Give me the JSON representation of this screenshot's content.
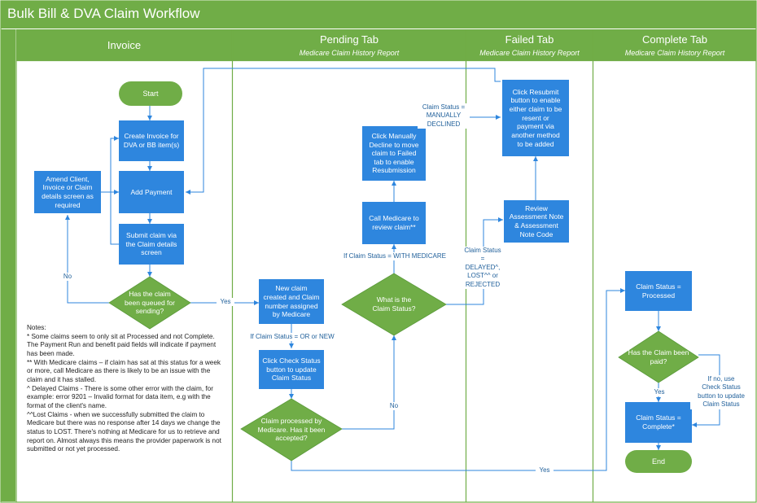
{
  "title": "Bulk Bill & DVA Claim Workflow",
  "lanes": [
    {
      "name": "Invoice",
      "sub": ""
    },
    {
      "name": "Pending Tab",
      "sub": "Medicare Claim History Report"
    },
    {
      "name": "Failed Tab",
      "sub": "Medicare Claim History Report"
    },
    {
      "name": "Complete Tab",
      "sub": "Medicare Claim History Report"
    }
  ],
  "nodes": {
    "start": "Start",
    "create_invoice": "Create Invoice for\nDVA or BB item(s)",
    "add_payment": "Add Payment",
    "amend_client": "Amend Client,\nInvoice or Claim\ndetails screen as\nrequired",
    "submit_claim": "Submit claim via\nthe Claim details\nscreen",
    "queued_decision": "Has the claim\nbeen queued for\nsending?",
    "new_claim": "New claim\ncreated and Claim\nnumber assigned\nby Medicare",
    "check_status": "Click Check Status\nbutton to update\nClaim Status",
    "processed_decision": "Claim processed by\nMedicare. Has it been\naccepted?",
    "what_status": "What is the\nClaim Status?",
    "call_medicare": "Call Medicare to\nreview claim**",
    "manually_decline": "Click Manually\nDecline to move\nclaim to Failed\ntab to enable\nResubmission",
    "resubmit": "Click Resubmit\nbutton to enable\neither claim to be\nresent or\npayment via\nanother method\nto be added",
    "review_note": "Review\nAssessment Note\n& Assessment\nNote Code",
    "status_processed": "Claim Status =\nProcessed",
    "paid_decision": "Has the Claim been\npaid?",
    "status_complete": "Claim Status =\nComplete*",
    "end": "End"
  },
  "labels": {
    "no_left": "No",
    "yes_queued": "Yes",
    "if_or_new": "If Claim Status = OR or NEW",
    "no_processed": "No",
    "yes_bottom": "Yes",
    "if_with_medicare": "If Claim Status = WITH MEDICARE",
    "manually_declined": "Claim Status =\nMANUALLY\nDECLINED",
    "delayed_lost": "Claim Status\n=\nDELAYED^,\nLOST^^ or\nREJECTED",
    "yes_paid": "Yes",
    "if_no_check": "If no, use\nCheck Status\nbutton to update\nClaim Status"
  },
  "notes": [
    "Notes:",
    "* Some claims seem to only sit at Processed and not Complete. The Payment Run and benefit paid fields will indicate if payment has been made.",
    "** With Medicare claims – if claim has sat at this status for a week or more, call Medicare as there is likely to be an issue with the claim and it has stalled.",
    "^ Delayed Claims - There is some other error with the claim, for example: error 9201 – Invalid format for data item, e.g with the format of the client's name.",
    "^^Lost Claims - when we successfully submitted the claim to Medicare but there was no response after 14 days we change the status to LOST. There's nothing at Medicare for us to retrieve and report on. Almost always this means the provider paperwork is not submitted or not yet processed."
  ],
  "colors": {
    "header_green": "#70ad47",
    "process_blue": "#2e86de",
    "decision_green": "#70ad47",
    "connector": "#2e86de",
    "label_text": "#1f5f9a"
  }
}
